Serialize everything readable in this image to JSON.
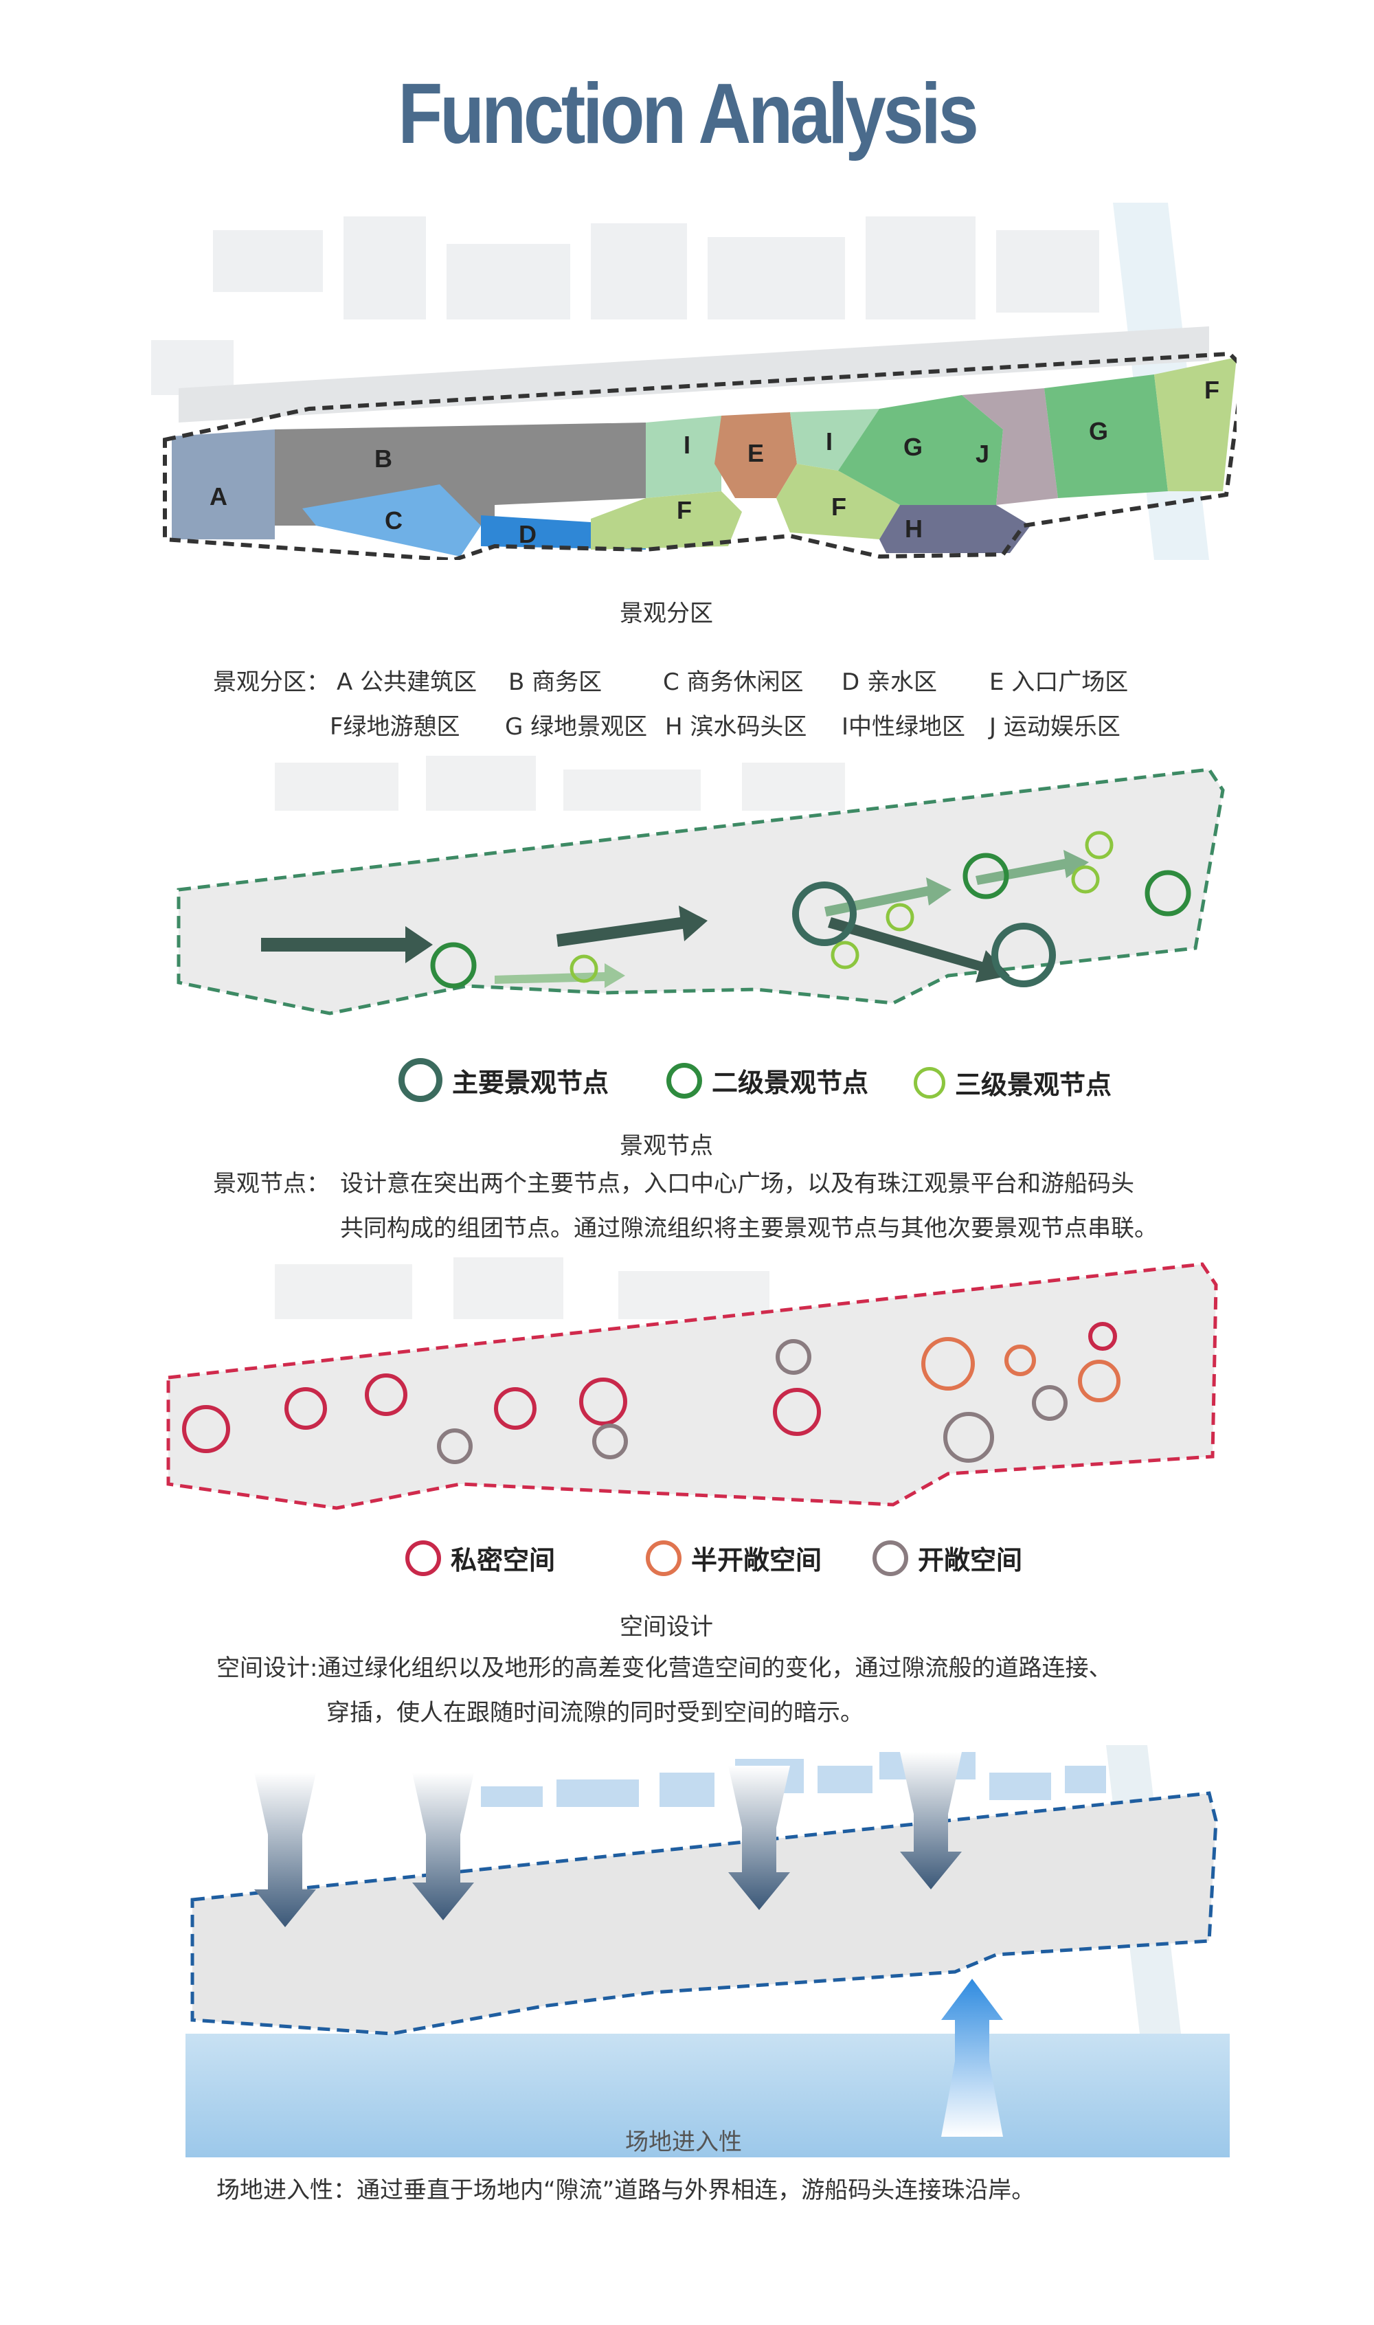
{
  "title": "Function Analysis",
  "panel1": {
    "caption": "景观分区",
    "desc_label": "景观分区：",
    "line1": [
      "A 公共建筑区",
      "B 商务区",
      "C 商务休闲区",
      "D 亲水区",
      "E 入口广场区"
    ],
    "line2": [
      "F绿地游憩区",
      "G 绿地景观区",
      "H 滨水码头区",
      "I中性绿地区",
      "J 运动娱乐区"
    ],
    "zones": [
      {
        "label": "A",
        "color": "#8fa3bd"
      },
      {
        "label": "B",
        "color": "#8a8a8a"
      },
      {
        "label": "C",
        "color": "#6fb0e6"
      },
      {
        "label": "D",
        "color": "#2f87d6"
      },
      {
        "label": "E",
        "color": "#c98c6a"
      },
      {
        "label": "F",
        "color": "#b8d68a"
      },
      {
        "label": "G",
        "color": "#6fbf80"
      },
      {
        "label": "H",
        "color": "#6d7190"
      },
      {
        "label": "I",
        "color": "#a9d9b6"
      },
      {
        "label": "J",
        "color": "#b3a4ad"
      }
    ]
  },
  "panel2": {
    "legend": [
      {
        "label": "主要景观节点",
        "color": "#3b6b5e"
      },
      {
        "label": "二级景观节点",
        "color": "#2e8b3e"
      },
      {
        "label": "三级景观节点",
        "color": "#8cc63f"
      }
    ],
    "caption": "景观节点",
    "desc_label": "景观节点：",
    "line1": "设计意在突出两个主要节点，入口中心广场，以及有珠江观景平台和游船码头",
    "line2": "共同构成的组团节点。通过隙流组织将主要景观节点与其他次要景观节点串联。"
  },
  "panel3": {
    "legend": [
      {
        "label": "私密空间",
        "color": "#c8284a"
      },
      {
        "label": "半开敞空间",
        "color": "#e0744f"
      },
      {
        "label": "开敞空间",
        "color": "#8a7c80"
      }
    ],
    "caption": "空间设计",
    "line1": "空间设计:通过绿化组织以及地形的高差变化营造空间的变化，通过隙流般的道路连接、",
    "line2": "穿插，使人在跟随时间流隙的同时受到空间的暗示。"
  },
  "panel4": {
    "caption": "场地进入性",
    "line1": "场地进入性：通过垂直于场地内“隙流”道路与外界相连，游船码头连接珠沿岸。"
  },
  "colors": {
    "title": "#4a6b8c",
    "green_dash": "#3d8a64",
    "red_dash": "#d02a4c",
    "blue_dash": "#1f5ea0",
    "water": "#b9d9f0"
  }
}
